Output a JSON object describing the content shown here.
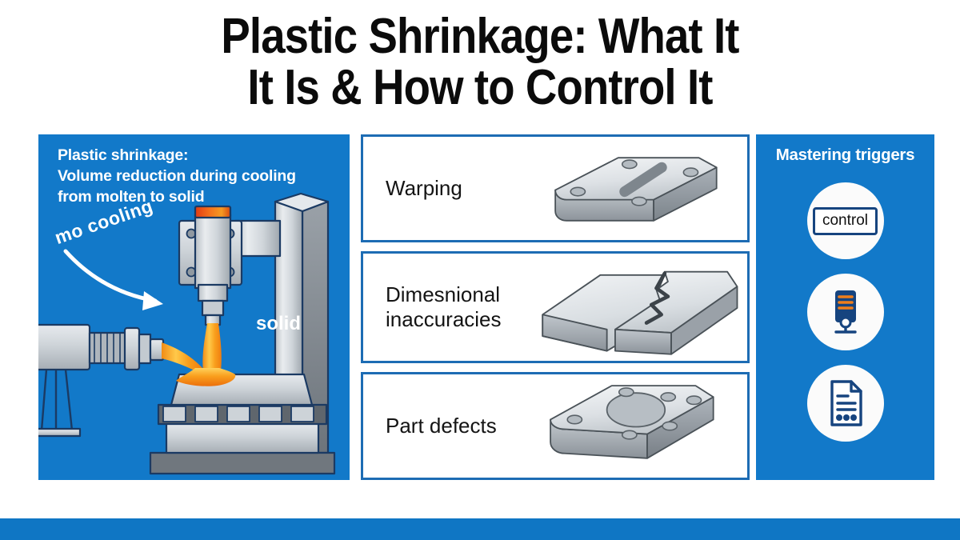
{
  "title": {
    "line1": "Plastic Shrinkage: What It",
    "line2": "It Is & How to Control It"
  },
  "colors": {
    "brand_blue": "#1279c9",
    "panel_border_blue": "#1d6cb4",
    "footer_blue": "#0f76c4",
    "melt_orange": "#f7941e",
    "icon_navy": "#16447f",
    "metal_gray": "#c9ced3",
    "text_dark": "#141414"
  },
  "left_panel": {
    "caption_line1": "Plastic shrinkage:",
    "caption_line2": "Volume reduction during cooling",
    "caption_line3": "from molten to solid",
    "annotation_cooling": "mo cooling",
    "annotation_solid": "solid",
    "illustration": "injection-molding-machine"
  },
  "defects": [
    {
      "label_line1": "Warping",
      "label_line2": "",
      "art": "warped-plate-with-slot"
    },
    {
      "label_line1": "Dimesnional",
      "label_line2": "inaccuracies",
      "art": "cracked-slab"
    },
    {
      "label_line1": "Part defects",
      "label_line2": "",
      "art": "flanged-block-with-bore"
    }
  ],
  "right_panel": {
    "title": "Mastering triggers",
    "triggers": [
      {
        "icon": "control-chip-icon",
        "label": "control"
      },
      {
        "icon": "server-tower-icon",
        "label": ""
      },
      {
        "icon": "document-lines-icon",
        "label": ""
      }
    ]
  }
}
